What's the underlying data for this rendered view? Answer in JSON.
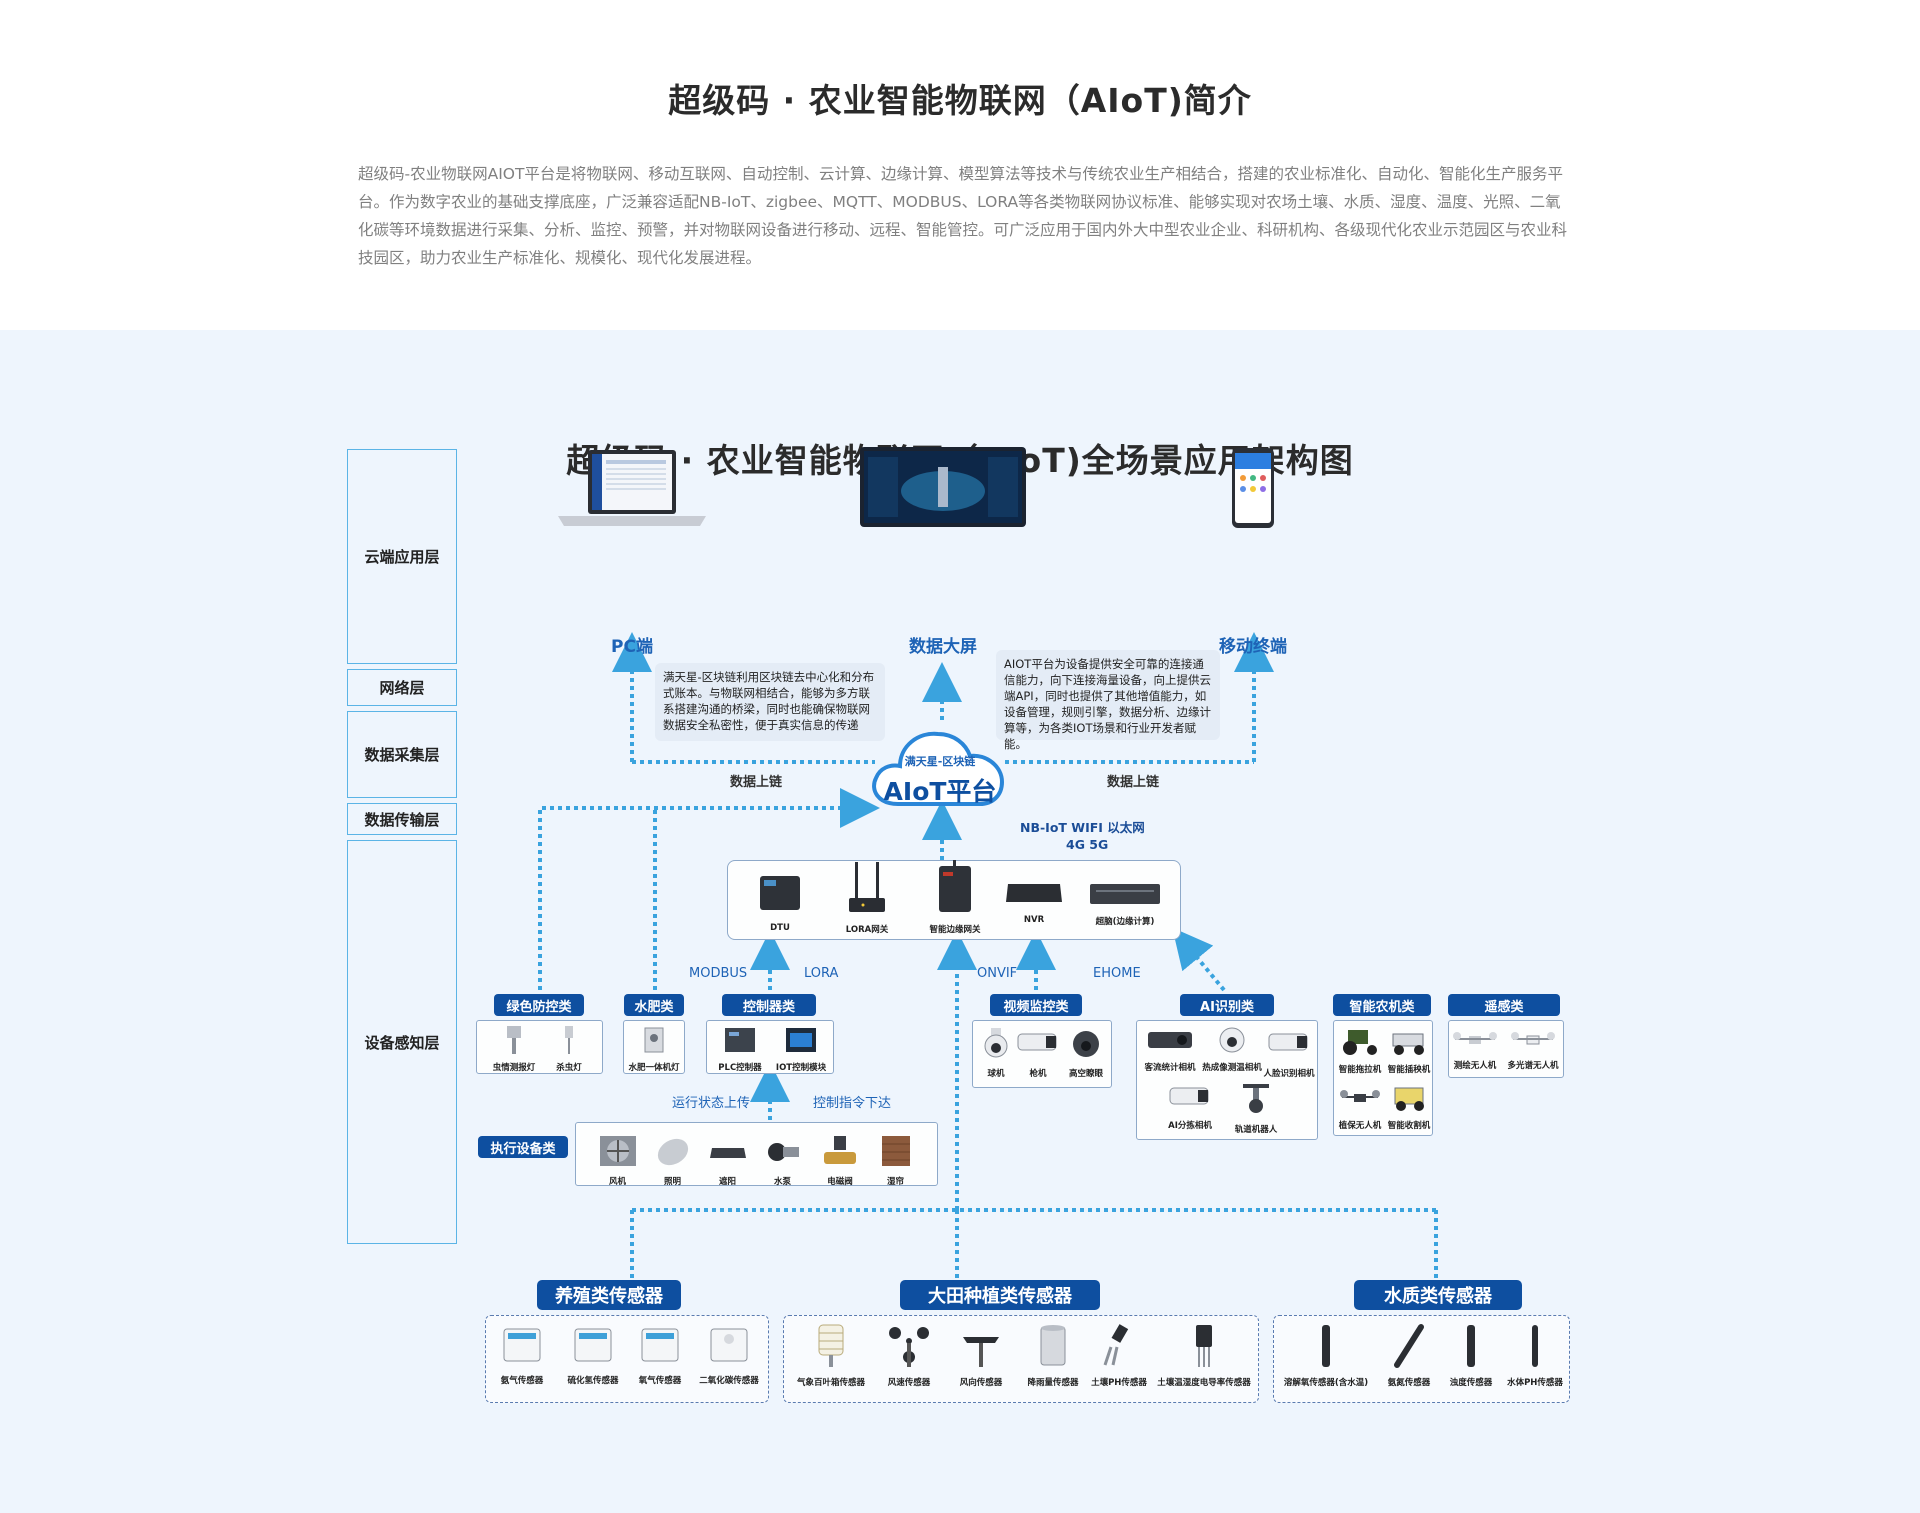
{
  "intro": {
    "title": "超级码 · 农业智能物联网（AIoT)简介",
    "paragraph": "超级码-农业物联网AIOT平台是将物联网、移动互联网、自动控制、云计算、边缘计算、模型算法等技术与传统农业生产相结合，搭建的农业标准化、自动化、智能化生产服务平台。作为数字农业的基础支撑底座，广泛兼容适配NB-IoT、zigbee、MQTT、MODBUS、LORA等各类物联网协议标准、能够实现对农场土壤、水质、湿度、温度、光照、二氧化碳等环境数据进行采集、分析、监控、预警，并对物联网设备进行移动、远程、智能管控。可广泛应用于国内外大中型农业企业、科研机构、各级现代化农业示范园区与农业科技园区，助力农业生产标准化、规模化、现代化发展进程。"
  },
  "arch": {
    "title": "超级码 · 农业智能物联网（AIoT)全场景应用架构图",
    "layers": [
      "云端应用层",
      "网络层",
      "数据采集层",
      "数据传输层",
      "设备感知层"
    ],
    "cloud_apps": {
      "pc": "PC端",
      "screen": "数据大屏",
      "mobile": "移动终端"
    },
    "note_left": "满天星-区块链利用区块链去中心化和分布式账本。与物联网相结合，能够为多方联系搭建沟通的桥梁，同时也能确保物联网数据安全私密性，便于真实信息的传递",
    "note_right": "AIOT平台为设备提供安全可靠的连接通信能力，向下连接海量设备，向上提供云端API，同时也提供了其他增值能力，如设备管理，规则引擎，数据分析、边缘计算等，为各类IOT场景和行业开发者赋能。",
    "data_up_left": "数据上链",
    "data_up_right": "数据上链",
    "cloud_sub": "满天星-区块链",
    "cloud_main": "AIoT平台",
    "network_line1": "NB-IoT    WIFI    以太网",
    "network_line2": "4G    5G",
    "gateways": [
      "DTU",
      "LORA网关",
      "智能边缘网关",
      "NVR",
      "超脑(边缘计算)"
    ],
    "protocols": {
      "modbus": "MODBUS",
      "lora": "LORA",
      "onvif": "ONVIF",
      "ehome": "EHOME"
    },
    "categories": {
      "green": "绿色防控类",
      "fert": "水肥类",
      "ctrl": "控制器类",
      "video": "视频监控类",
      "ai": "AI识别类",
      "agri": "智能农机类",
      "remote": "遥感类",
      "exec": "执行设备类"
    },
    "green_items": [
      "虫情测报灯",
      "杀虫灯"
    ],
    "fert_items": [
      "水肥一体机灯"
    ],
    "ctrl_items": [
      "PLC控制器",
      "IOT控制模块"
    ],
    "video_items": [
      "球机",
      "枪机",
      "高空瞭眼"
    ],
    "ai_items": [
      "客流统计相机",
      "热成像测温相机",
      "人脸识别相机",
      "AI分拣相机",
      "轨道机器人"
    ],
    "agri_items": [
      "智能拖拉机",
      "智能插秧机",
      "植保无人机",
      "智能收割机"
    ],
    "remote_items": [
      "测绘无人机",
      "多光谱无人机"
    ],
    "exec_items": [
      "风机",
      "照明",
      "遮阳",
      "水泵",
      "电磁阀",
      "湿帘"
    ],
    "status_up": "运行状态上传",
    "cmd_down": "控制指令下达",
    "sensor_groups": {
      "breed": {
        "title": "养殖类传感器",
        "items": [
          "氨气传感器",
          "硫化氢传感器",
          "氧气传感器",
          "二氧化碳传感器"
        ]
      },
      "field": {
        "title": "大田种植类传感器",
        "items": [
          "气象百叶箱传感器",
          "风速传感器",
          "风向传感器",
          "降雨量传感器",
          "土壤PH传感器",
          "土壤温湿度电导率传感器"
        ]
      },
      "water": {
        "title": "水质类传感器",
        "items": [
          "溶解氧传感器(含水温)",
          "氨氮传感器",
          "浊度传感器",
          "水体PH传感器"
        ]
      }
    },
    "colors": {
      "accent": "#0e4fa0",
      "dotted_line": "#3aa3de",
      "layer_border": "#5bb4e6",
      "background": "#eef5fd"
    }
  }
}
